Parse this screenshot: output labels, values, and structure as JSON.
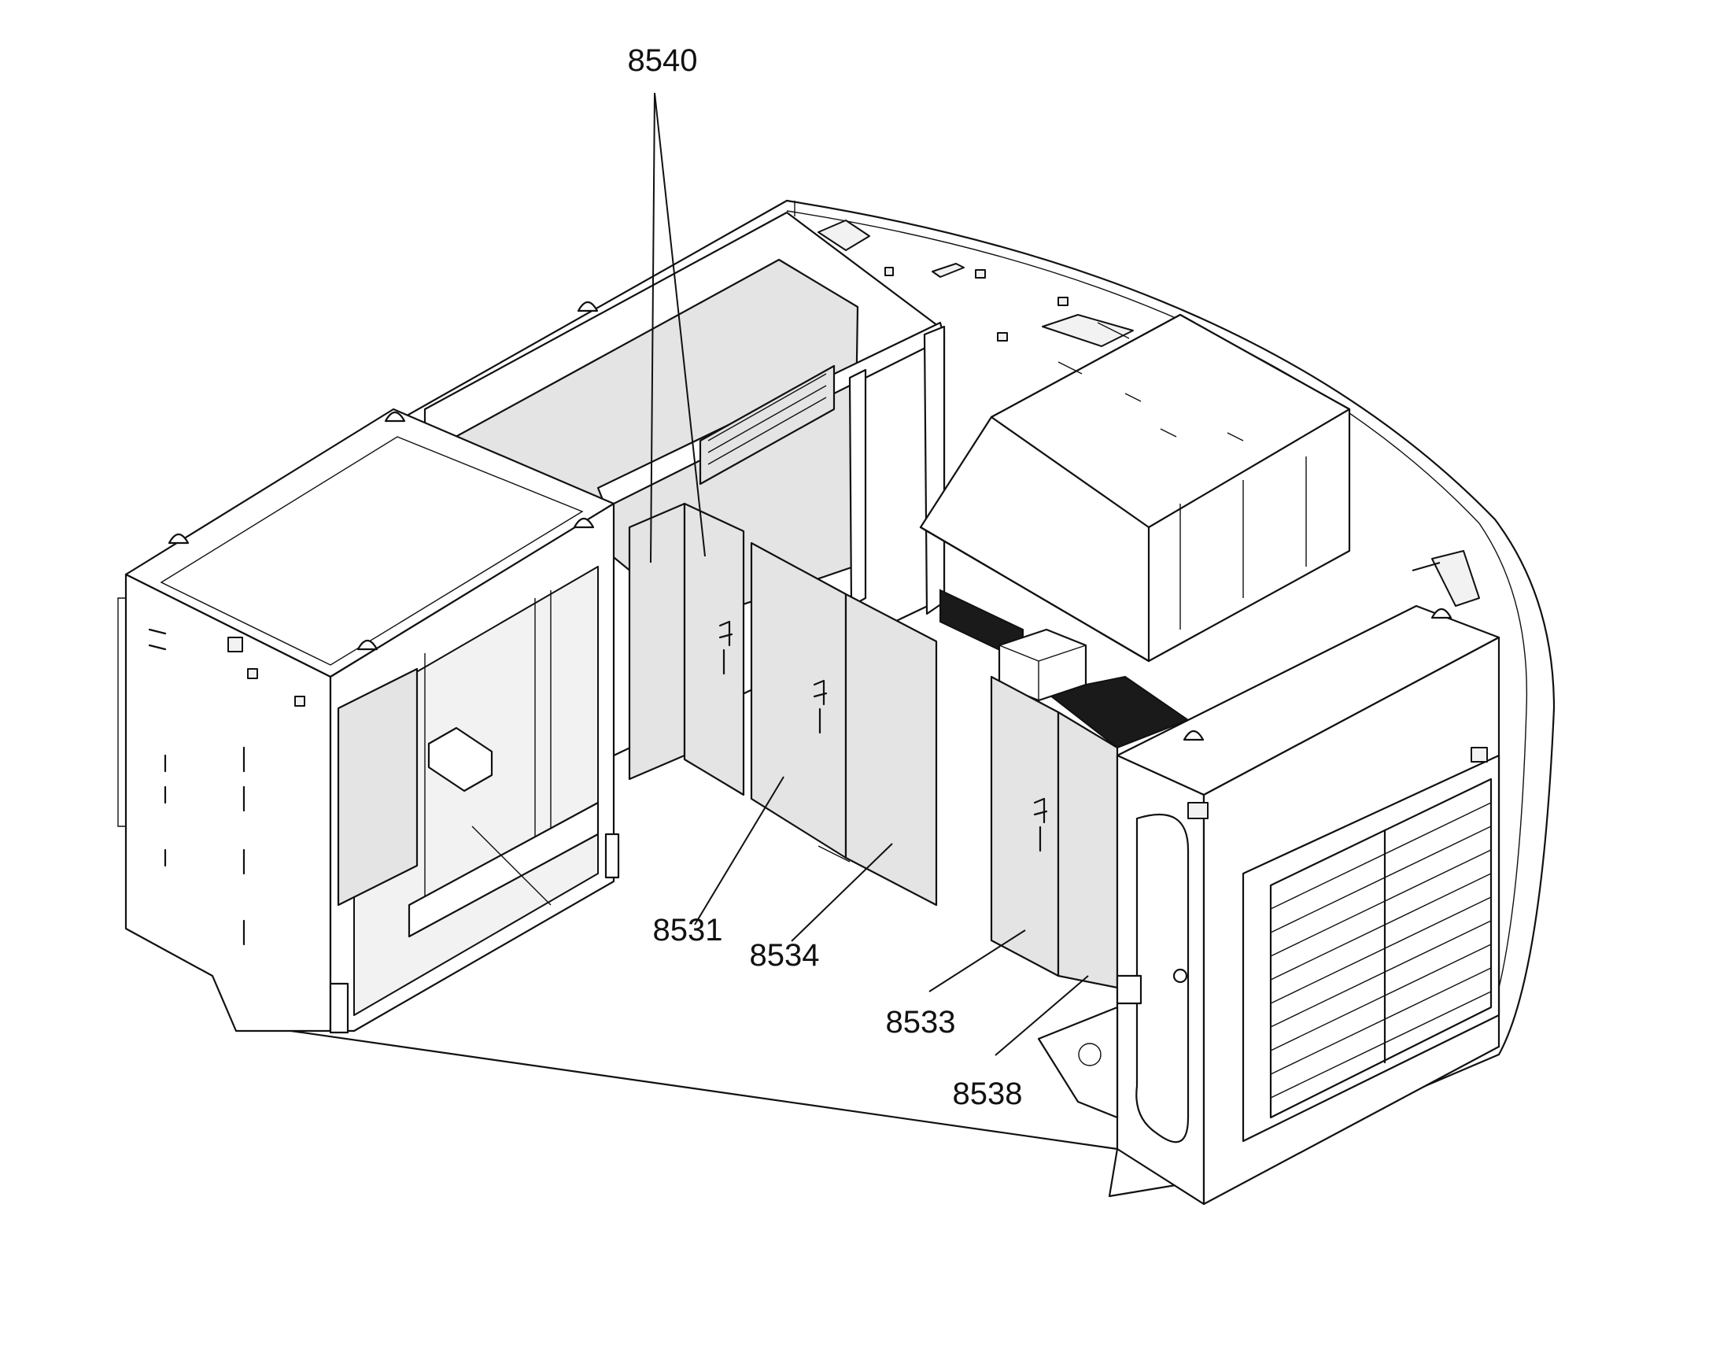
{
  "callouts": [
    {
      "id": "c8540",
      "label": "8540"
    },
    {
      "id": "c8531",
      "label": "8531"
    },
    {
      "id": "c8534",
      "label": "8534"
    },
    {
      "id": "c8533",
      "label": "8533"
    },
    {
      "id": "c8538",
      "label": "8538"
    }
  ]
}
